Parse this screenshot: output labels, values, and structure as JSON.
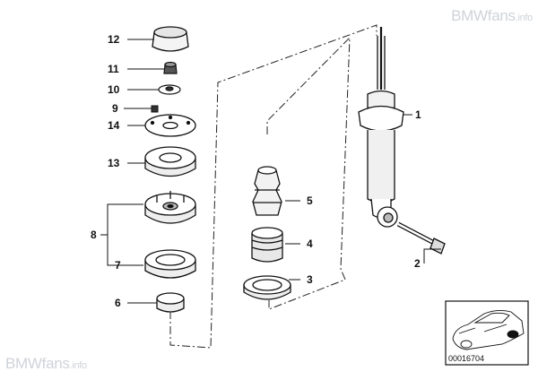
{
  "watermark": {
    "brand": "BMWfans",
    "suffix": ".info"
  },
  "diagram_id": "00016704",
  "callouts": {
    "c1": "1",
    "c2": "2",
    "c3": "3",
    "c4": "4",
    "c5": "5",
    "c6": "6",
    "c7": "7",
    "c8": "8",
    "c9": "9",
    "c10": "10",
    "c11": "11",
    "c12": "12",
    "c13": "13",
    "c14": "14"
  },
  "parts": [
    {
      "icon": "shock-absorber-icon",
      "callout": "1"
    },
    {
      "icon": "hex-bolt-icon",
      "callout": "2"
    },
    {
      "icon": "spring-seat-ring-icon",
      "callout": "3"
    },
    {
      "icon": "protective-sleeve-icon",
      "callout": "4"
    },
    {
      "icon": "bump-stop-icon",
      "callout": "5"
    },
    {
      "icon": "lower-bushing-icon",
      "callout": "6"
    },
    {
      "icon": "support-ring-icon",
      "callout": "7"
    },
    {
      "icon": "strut-mount-assembly-bracket",
      "callout": "8"
    },
    {
      "icon": "small-nut-icon",
      "callout": "9"
    },
    {
      "icon": "washer-icon",
      "callout": "10"
    },
    {
      "icon": "collar-nut-icon",
      "callout": "11"
    },
    {
      "icon": "dust-cap-icon",
      "callout": "12"
    },
    {
      "icon": "rubber-mount-ring-icon",
      "callout": "13"
    },
    {
      "icon": "upper-plate-icon",
      "callout": "14"
    }
  ],
  "inset_icon": "car-rear-shock-location-icon"
}
